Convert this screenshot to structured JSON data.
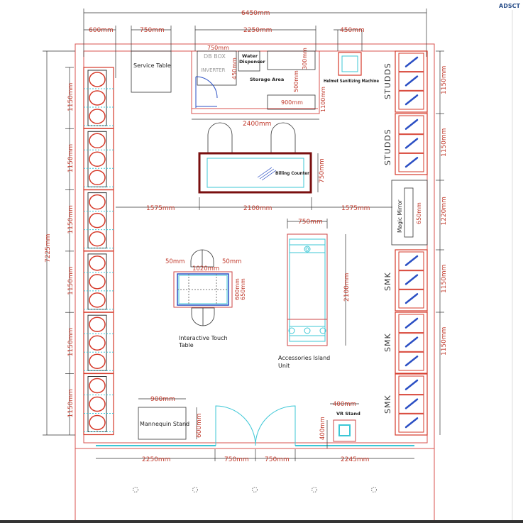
{
  "watermark": "ADSCT",
  "colors": {
    "wall": "#d9534f",
    "dimension": "#c0392b",
    "glass": "#3cc7d6",
    "furniture": "#333333",
    "counter": "#7a0f0f"
  },
  "dimensions": {
    "top_total": "6450mm",
    "top_left_rack": "600mm",
    "top_service_table": "750mm",
    "top_storage": "2250mm",
    "top_sanitizer": "450mm",
    "storage_inner_width": "750mm",
    "storage_inner_height": "450mm",
    "storage_shelf_top": "300mm",
    "storage_shelf_mid": "500mm",
    "storage_shelf_bottom": "900mm",
    "storage_depth": "1100mm",
    "storage_bottom": "2400mm",
    "left_total": "7225mm",
    "left_units": [
      "1150mm",
      "1150mm",
      "1150mm",
      "1150mm",
      "1150mm",
      "1150mm"
    ],
    "right_units": [
      "1150mm",
      "1150mm",
      "1220mm",
      "1150mm",
      "1150mm"
    ],
    "billing_depth": "750mm",
    "mid_left": "1575mm",
    "mid_center": "2100mm",
    "mid_right": "1575mm",
    "mirror": "650mm",
    "island_width": "750mm",
    "island_length": "2100mm",
    "table_side_left": "50mm",
    "table_side_right": "50mm",
    "table_width": "1020mm",
    "table_depth_inner": "600mm",
    "table_depth_outer": "650mm",
    "mannequin_width": "900mm",
    "mannequin_depth": "600mm",
    "vr_width": "400mm",
    "vr_depth": "400mm",
    "bottom": [
      "2250mm",
      "750mm",
      "750mm",
      "2245mm"
    ]
  },
  "labels": {
    "service_table": "Service Table",
    "db_box": "DB BOX",
    "inverter": "INVERTER",
    "water_dispenser_1": "Water",
    "water_dispenser_2": "Dispenser",
    "storage_area": "Storage Area",
    "helmet_sanitizer": "Helmet Sanitizing Machine",
    "studds_1": "STUDDS",
    "studds_2": "STUDDS",
    "billing_counter": "Billing Counter",
    "magic_mirror": "Magic Mirror",
    "smk_1": "SMK",
    "smk_2": "SMK",
    "smk_3": "SMK",
    "touch_table_1": "Interactive Touch",
    "touch_table_2": "Table",
    "island_1": "Accessories Island",
    "island_2": "Unit",
    "mannequin": "Mannequin Stand",
    "vr_stand": "VR Stand"
  }
}
